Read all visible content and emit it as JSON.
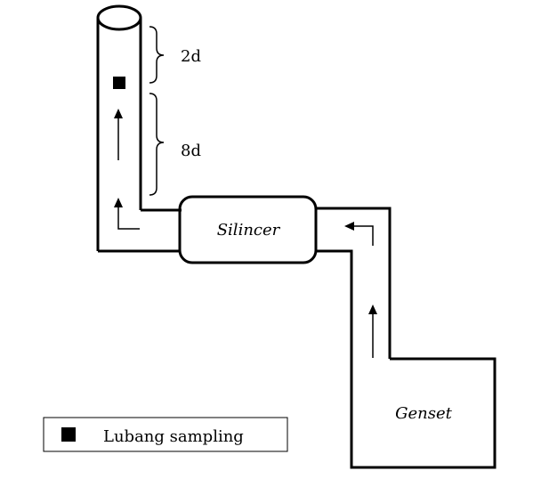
{
  "labels": {
    "silencer": "Silincer",
    "genset": "Genset",
    "dim_top": "2d",
    "dim_mid": "8d"
  },
  "legend": {
    "text": "Lubang sampling"
  }
}
